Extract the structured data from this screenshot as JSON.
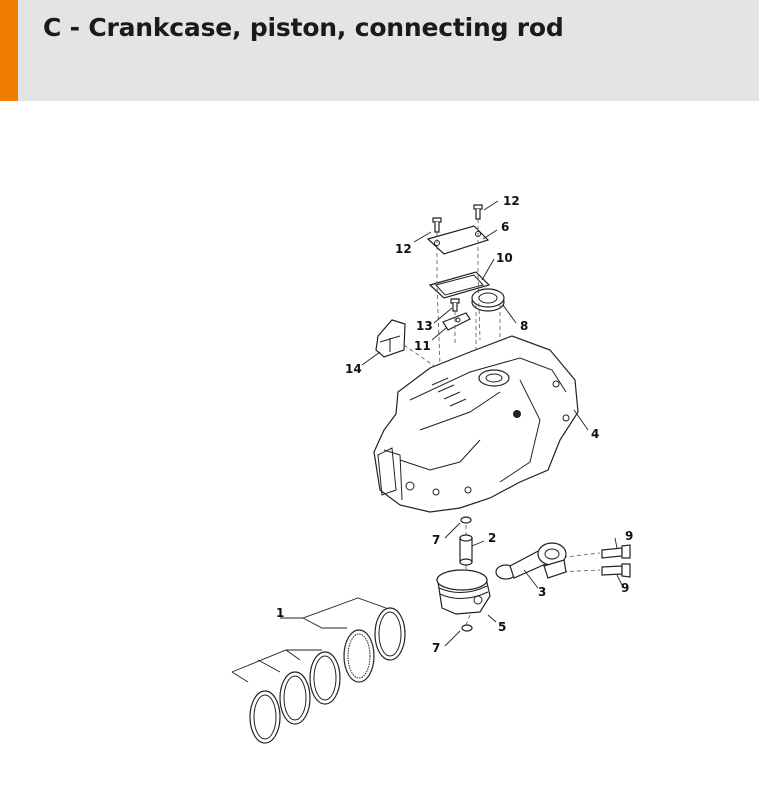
{
  "header": {
    "title": "C - Crankcase, piston, connecting rod",
    "accent_color": "#f07d00",
    "band_color": "#e4e4e4"
  },
  "callouts": {
    "c1": "1",
    "c2": "2",
    "c3": "3",
    "c4": "4",
    "c5": "5",
    "c6": "6",
    "c7a": "7",
    "c7b": "7",
    "c8": "8",
    "c9a": "9",
    "c9b": "9",
    "c10": "10",
    "c11": "11",
    "c12a": "12",
    "c12b": "12",
    "c13": "13",
    "c14": "14"
  }
}
